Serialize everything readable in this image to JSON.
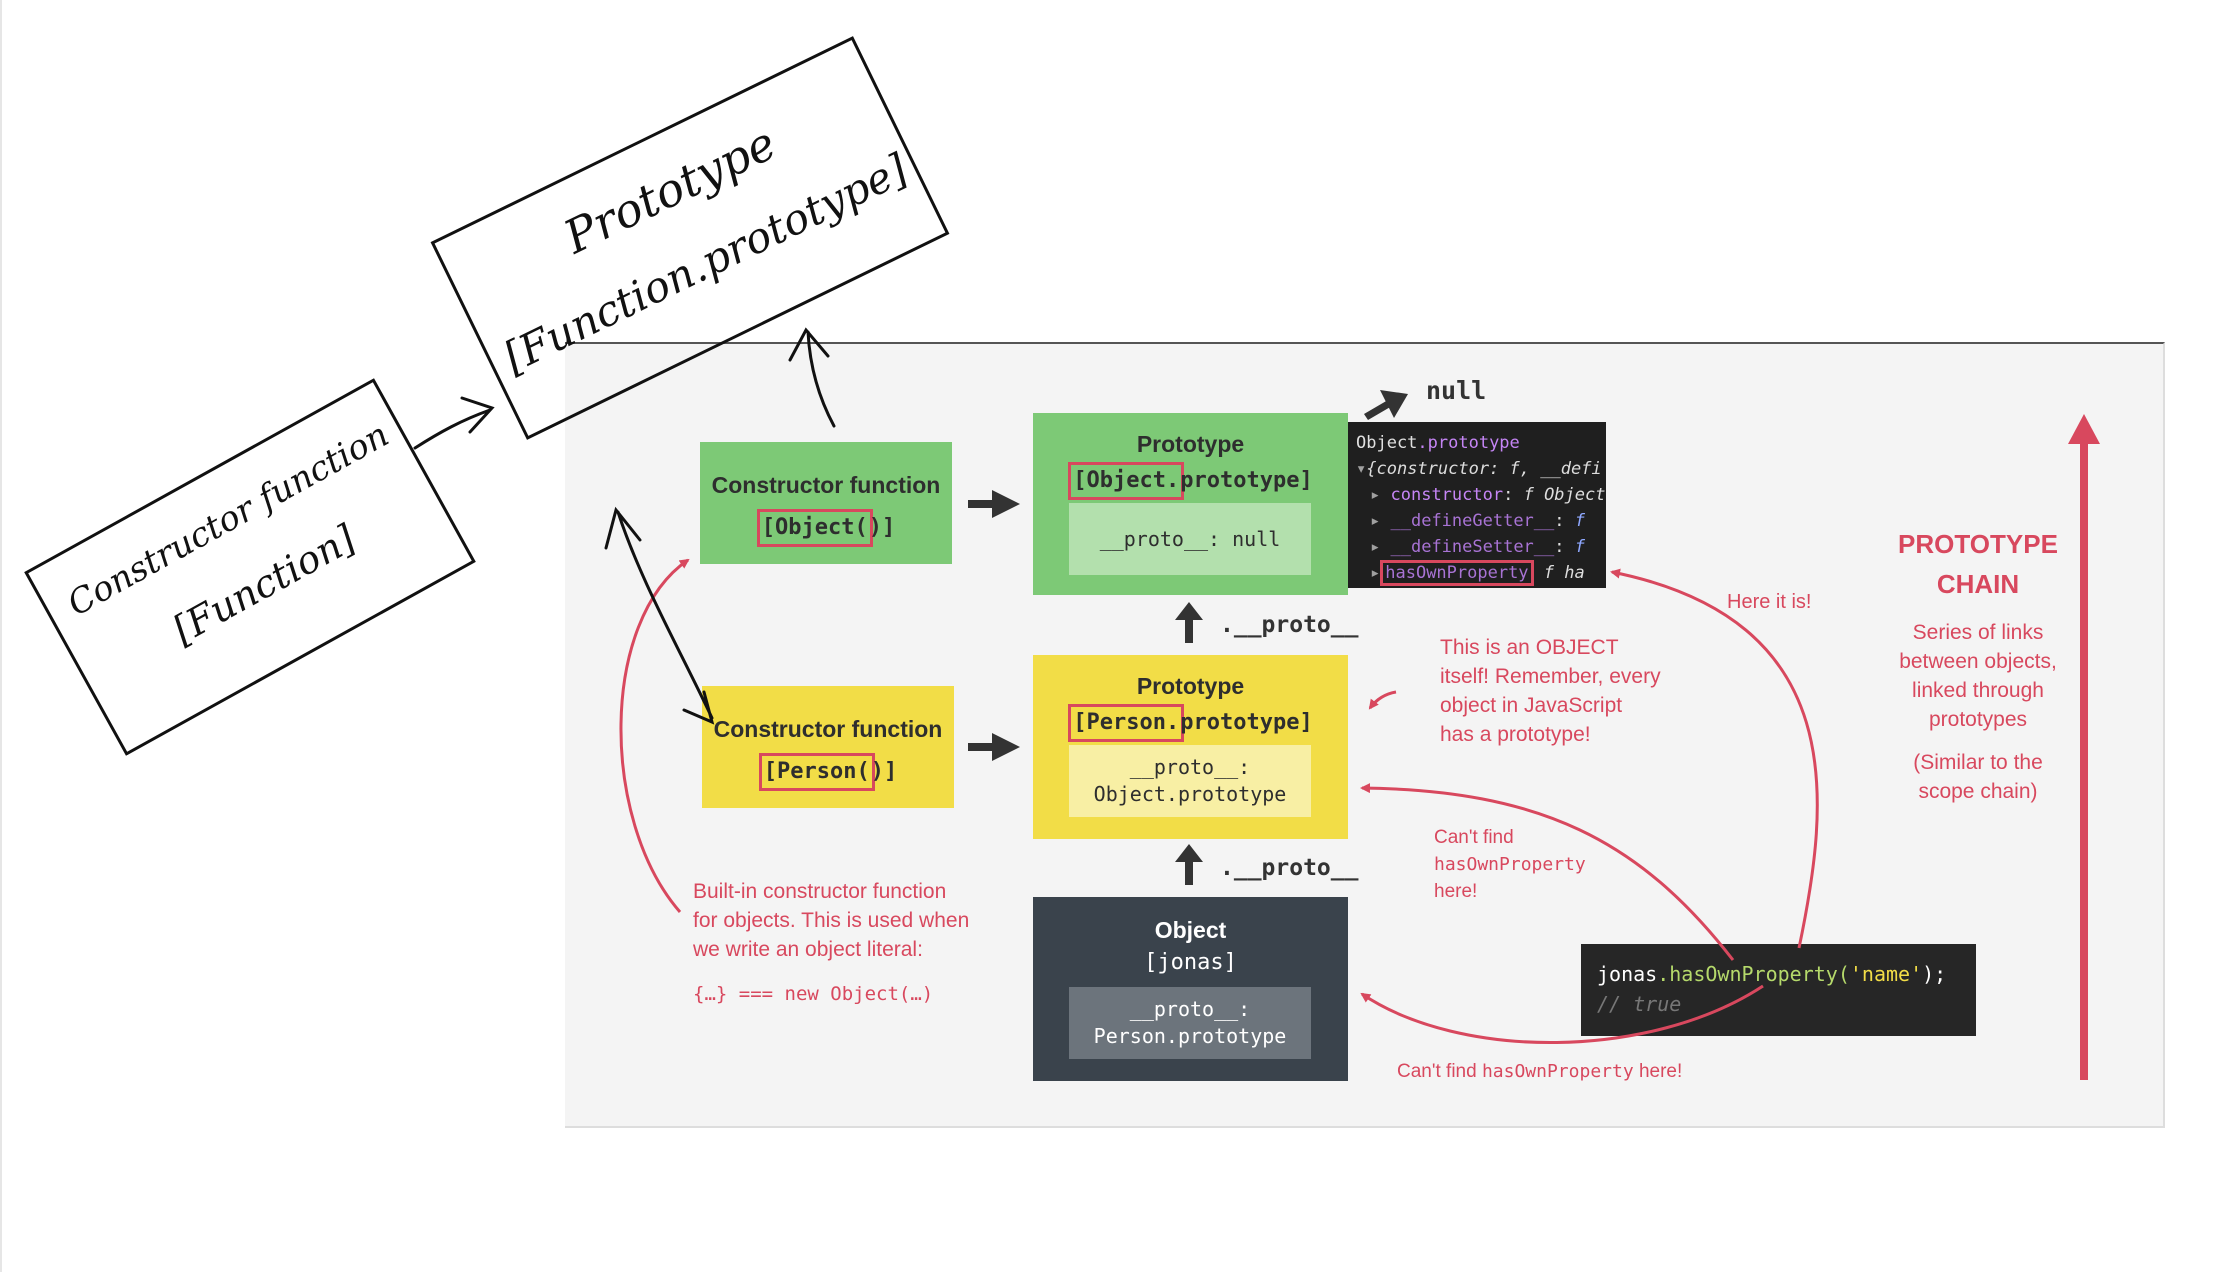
{
  "handwritten": {
    "constructor_box": {
      "line1": "Constructor function",
      "line2": "[Function]"
    },
    "prototype_box": {
      "line1": "Prototype",
      "line2": "[Function.prototype]"
    }
  },
  "diagram": {
    "null_label": "null",
    "proto_link_label": ".__proto__",
    "object_constructor": {
      "title": "Constructor function",
      "code_highlight": "[Object(",
      "code_rest": ")]"
    },
    "person_constructor": {
      "title": "Constructor function",
      "code_highlight": "[Person(",
      "code_rest": ")]"
    },
    "object_prototype": {
      "title": "Prototype",
      "code_highlight": "[Object.",
      "code_rest": "prototype]",
      "proto": "__proto__: null"
    },
    "person_prototype": {
      "title": "Prototype",
      "code_highlight": "[Person.",
      "code_rest": "prototype]",
      "proto_line1": "__proto__:",
      "proto_line2": "Object.prototype"
    },
    "jonas_object": {
      "title": "Object",
      "name": "[jonas]",
      "proto_line1": "__proto__:",
      "proto_line2": "Person.prototype"
    },
    "console": {
      "header_object": "Object",
      "header_rest": ".prototype",
      "line1": "{constructor: f, __defi",
      "rows": [
        {
          "key": "constructor",
          "val": "f Object"
        },
        {
          "key": "__defineGetter__",
          "val": "f"
        },
        {
          "key": "__defineSetter__",
          "val": "f"
        },
        {
          "key": "hasOwnProperty",
          "val": "f ha"
        }
      ]
    },
    "code_sample": {
      "obj": "jonas",
      "method": ".hasOwnProperty(",
      "arg": "'name'",
      "end": ");",
      "comment": "// true"
    },
    "annotations": {
      "here_it_is": "Here it is!",
      "object_itself": [
        "This is an OBJECT",
        "itself! Remember, every",
        "object in JavaScript",
        "has a prototype!"
      ],
      "cant_find_1": [
        "Can't find",
        "hasOwnProperty",
        "here!"
      ],
      "cant_find_2_pre": "Can't find ",
      "cant_find_2_code": "hasOwnProperty",
      "cant_find_2_post": " here!",
      "builtin": [
        "Built-in constructor function",
        "for objects. This is used when",
        "we write an object literal:"
      ],
      "builtin_code": "{…} === new Object(…)"
    },
    "side": {
      "title_line1": "PROTOTYPE",
      "title_line2": "CHAIN",
      "desc": [
        "Series of links",
        "between objects,",
        "linked through",
        "prototypes"
      ],
      "note": [
        "(Similar to the",
        "scope chain)"
      ]
    },
    "colors": {
      "accent_red": "#d8485e",
      "green": "#7dc976",
      "yellow": "#f2dd47",
      "dark": "#3a434c"
    }
  }
}
